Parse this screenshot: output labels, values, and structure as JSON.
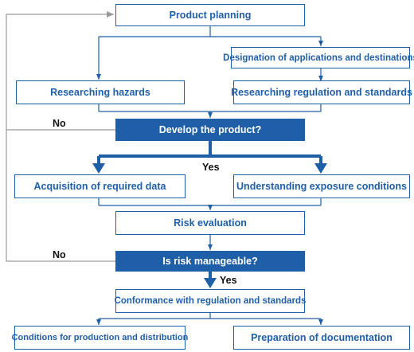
{
  "colors": {
    "primary": "#1f5fa8",
    "feedback": "#9a9a9a",
    "text": "#111111",
    "white": "#ffffff"
  },
  "nodes": {
    "product_planning": "Product planning",
    "designation": "Designation of applications and destinations",
    "researching_hazards": "Researching hazards",
    "researching_regulation": "Researching regulation and standards",
    "develop_decision": "Develop the product?",
    "acquisition": "Acquisition of required data",
    "understanding": "Understanding exposure conditions",
    "risk_evaluation": "Risk evaluation",
    "risk_decision": "Is risk manageable?",
    "conformance": "Conformance with regulation and standards",
    "conditions": "Conditions for production and distribution",
    "documentation": "Preparation of documentation"
  },
  "labels": {
    "no_develop": "No",
    "yes_develop": "Yes",
    "no_risk": "No",
    "yes_risk": "Yes"
  }
}
